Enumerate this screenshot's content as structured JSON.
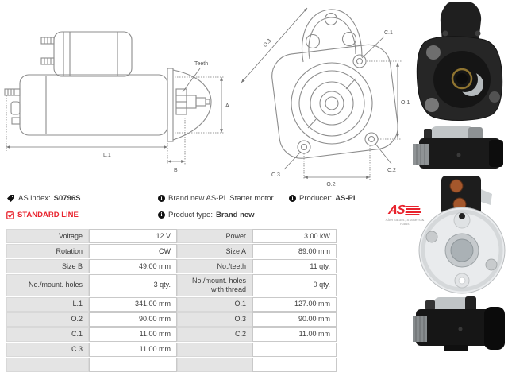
{
  "info": {
    "as_index": {
      "label": "AS index:",
      "value": "S0796S"
    },
    "standard_line": "STANDARD LINE",
    "description": "Brand new AS-PL Starter motor",
    "product_type": {
      "label": "Product type:",
      "value": "Brand new"
    },
    "producer": {
      "label": "Producer:",
      "value": "AS-PL"
    },
    "logo": {
      "text": "AS",
      "tagline": "Alternators, Starters & Parts"
    }
  },
  "drawings": {
    "side_view": {
      "teeth_label": "Teeth",
      "dim_a": "A",
      "dim_l1": "L.1",
      "dim_b": "B"
    },
    "front_view": {
      "dim_o1": "O.1",
      "dim_o2": "O.2",
      "dim_o3": "O.3",
      "dim_c1": "C.1",
      "dim_c2": "C.2",
      "dim_c3": "C.3"
    }
  },
  "spec_table": {
    "rows": [
      {
        "label_left": "Voltage",
        "value_left": "12 V",
        "label_right": "Power",
        "value_right": "3.00 kW"
      },
      {
        "label_left": "Rotation",
        "value_left": "CW",
        "label_right": "Size A",
        "value_right": "89.00 mm"
      },
      {
        "label_left": "Size B",
        "value_left": "49.00 mm",
        "label_right": "No./teeth",
        "value_right": "11 qty."
      },
      {
        "label_left": "No./mount. holes",
        "value_left": "3 qty.",
        "label_right": "No./mount. holes with thread",
        "value_right": "0 qty."
      },
      {
        "label_left": "L.1",
        "value_left": "341.00 mm",
        "label_right": "O.1",
        "value_right": "127.00 mm"
      },
      {
        "label_left": "O.2",
        "value_left": "90.00 mm",
        "label_right": "O.3",
        "value_right": "90.00 mm"
      },
      {
        "label_left": "C.1",
        "value_left": "11.00 mm",
        "label_right": "C.2",
        "value_right": "11.00 mm"
      },
      {
        "label_left": "C.3",
        "value_left": "11.00 mm",
        "label_right": "",
        "value_right": ""
      }
    ]
  },
  "colors": {
    "accent_red": "#e8232d",
    "table_label_bg": "#e4e4e4",
    "table_border": "#c9c9c9",
    "drawing_line": "#8c8c8c",
    "text": "#3c3c3c"
  }
}
